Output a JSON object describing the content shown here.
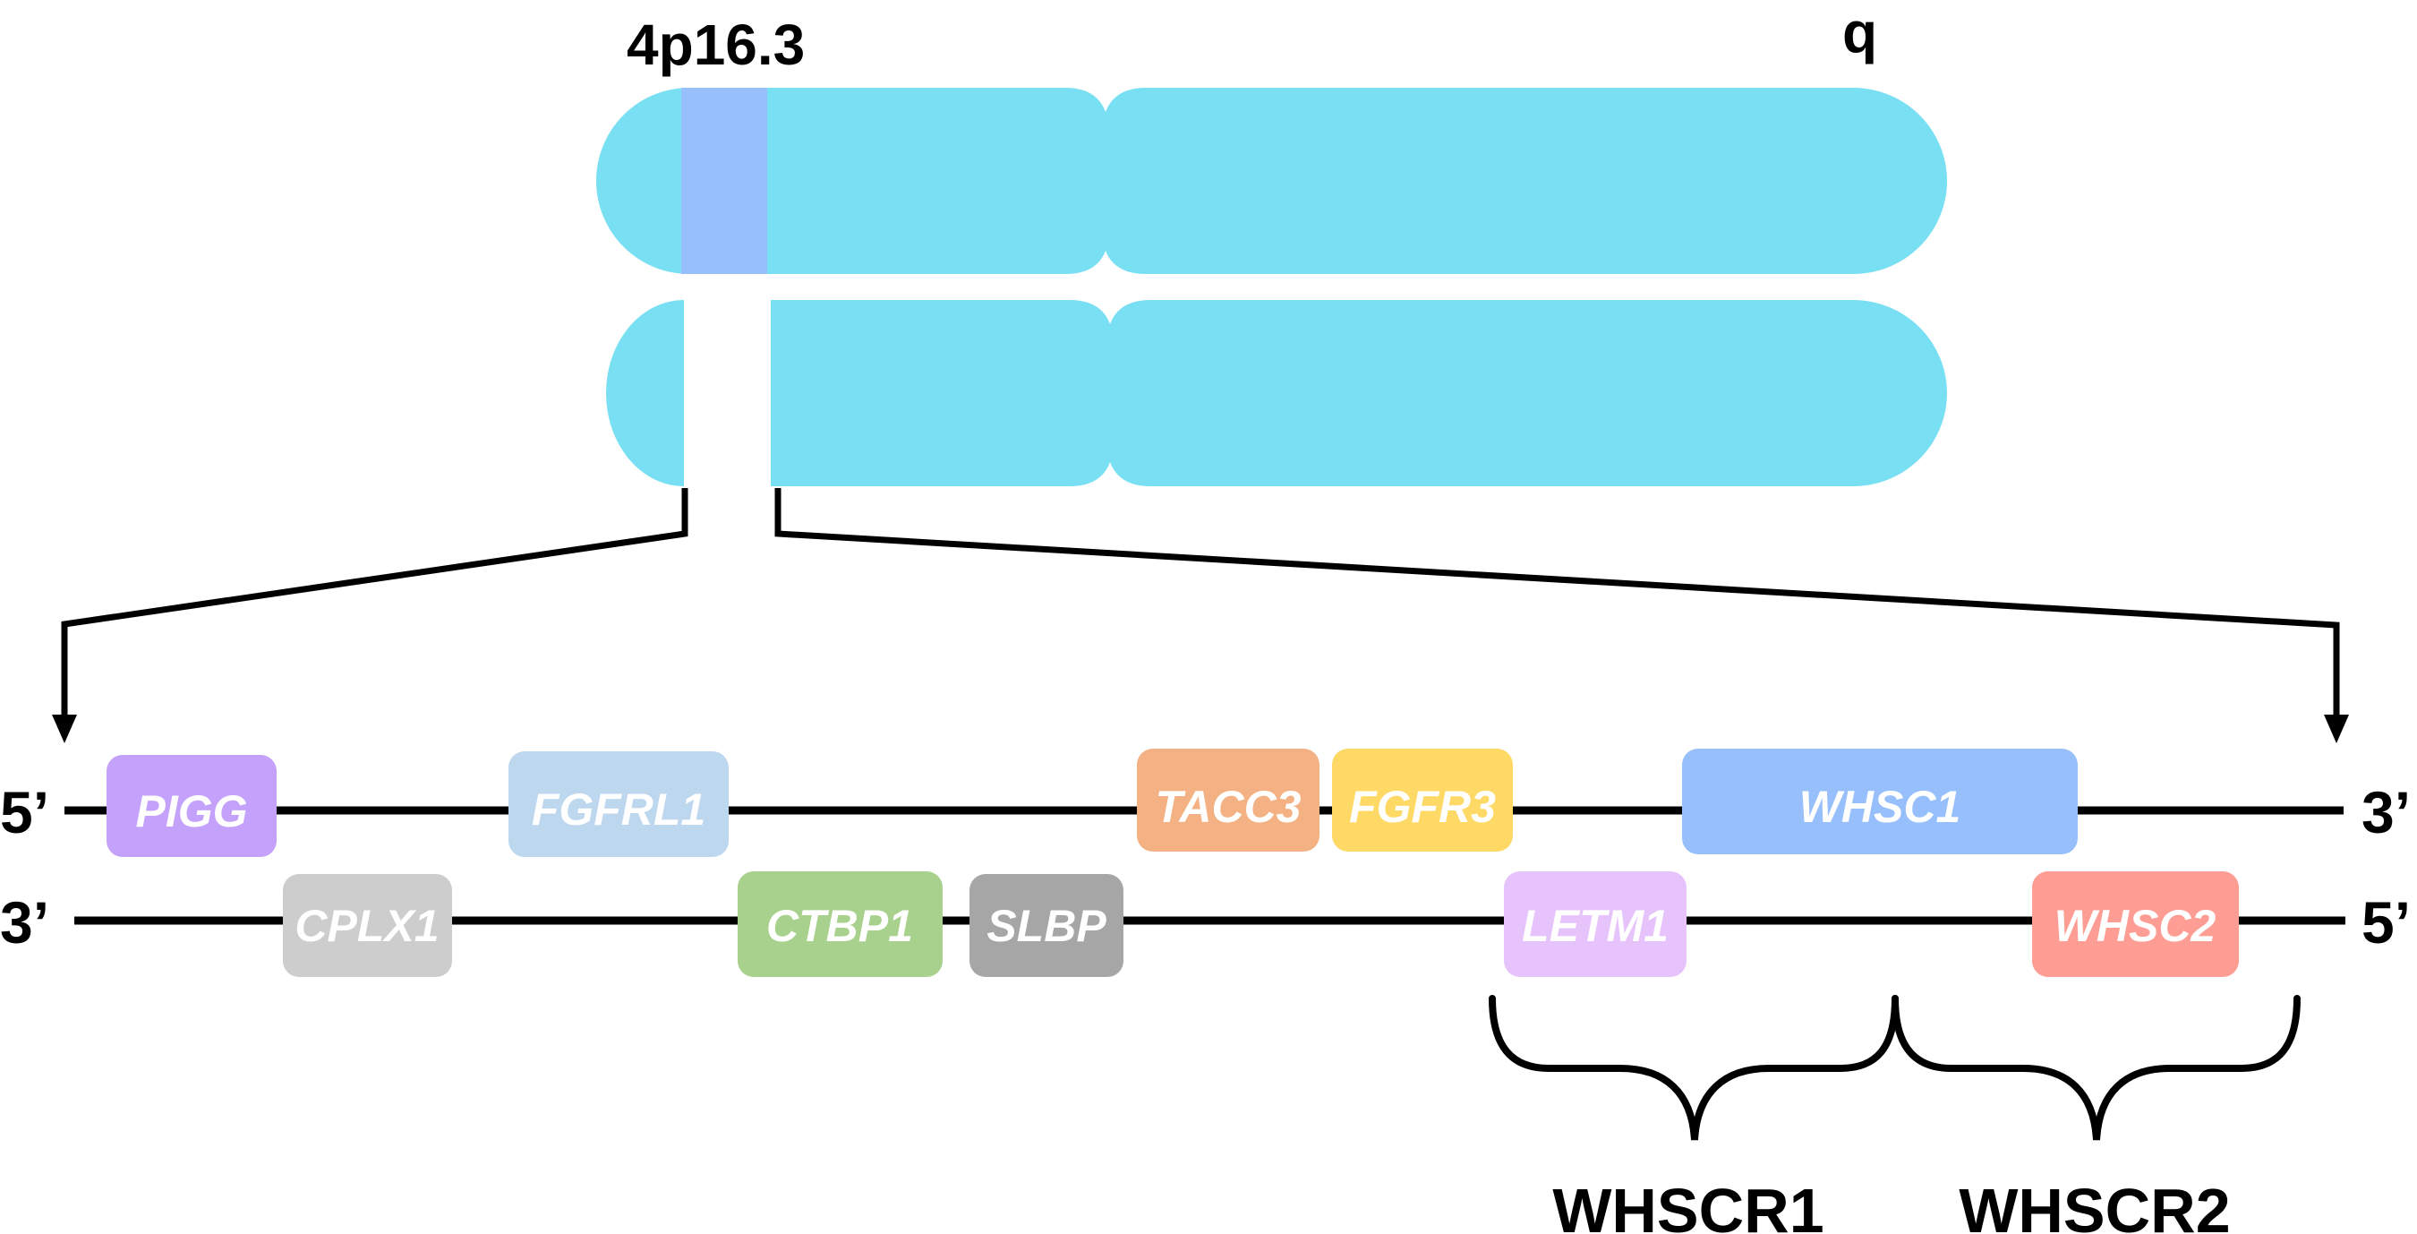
{
  "figure": {
    "band_label": "4p16.3",
    "arm_label": "q",
    "colors": {
      "chromosome": "#79DFF3",
      "deleted_band": "#97BFFB",
      "line": "#000000"
    }
  },
  "strands": {
    "top": {
      "left_end": "5’",
      "right_end": "3’"
    },
    "bottom": {
      "left_end": "3’",
      "right_end": "5’"
    }
  },
  "genes": [
    {
      "name": "PIGG",
      "strand": "top",
      "color": "#C4A2FB"
    },
    {
      "name": "FGFRL1",
      "strand": "top",
      "color": "#BDD7EF"
    },
    {
      "name": "TACC3",
      "strand": "top",
      "color": "#F4B183"
    },
    {
      "name": "FGFR3",
      "strand": "top",
      "color": "#FFD966"
    },
    {
      "name": "WHSC1",
      "strand": "top",
      "color": "#97BFFB"
    },
    {
      "name": "CPLX1",
      "strand": "bottom",
      "color": "#CDCDCD"
    },
    {
      "name": "CTBP1",
      "strand": "bottom",
      "color": "#A9D18E"
    },
    {
      "name": "SLBP",
      "strand": "bottom",
      "color": "#A6A6A6"
    },
    {
      "name": "LETM1",
      "strand": "bottom",
      "color": "#E6C4FB"
    },
    {
      "name": "WHSC2",
      "strand": "bottom",
      "color": "#FD9D93"
    }
  ],
  "regions": [
    {
      "name": "WHSCR1"
    },
    {
      "name": "WHSCR2"
    }
  ]
}
